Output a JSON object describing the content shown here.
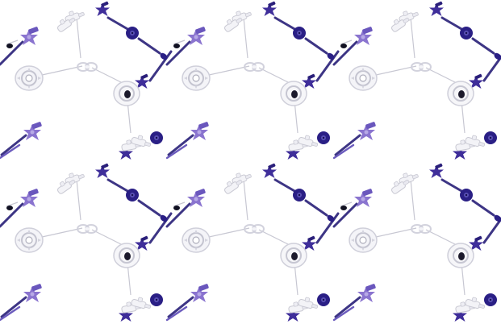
{
  "image": {
    "kind": "tiled-render",
    "tile_grid": {
      "columns": 3,
      "rows": 2
    },
    "palette": {
      "background": "#ffffff",
      "light_purple": "#8a74cf",
      "mid_purple": "#5a45ad",
      "dark_navy": "#221a6b",
      "white_part": "#f4f4f8",
      "shadow_grey": "#c9c9d3",
      "rod": "#3d3585",
      "thin_line": "#b8b8c4"
    },
    "motifs": [
      "wheel-hub",
      "star-connector",
      "clip-connector",
      "dark-disc",
      "rod"
    ]
  }
}
